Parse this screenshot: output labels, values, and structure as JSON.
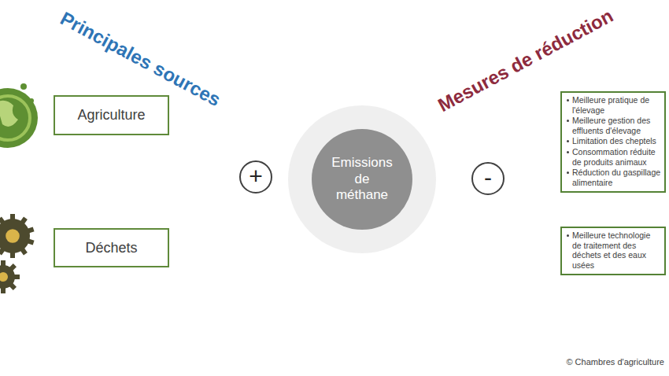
{
  "diagram": {
    "nodes": [
      {
        "text": [
          "Principales sources"
        ]
      },
      {
        "text": [
          "Agriculture"
        ],
        "in": 0
      },
      {
        "text": [
          "Déchets"
        ],
        "in": 0
      },
      {
        "text": [
          "+"
        ],
        "in": 0
      },
      {
        "text": [
          "Emissions de méthane"
        ]
      },
      {
        "text": [
          "Mesures de réduction"
        ]
      },
      {
        "text": [
          "-"
        ],
        "in": 5
      },
      {
        "text": [
          "Meilleure pratique de l'élevage",
          "Meilleure gestion des effluents d'élevage",
          "Limitation des cheptels",
          "Consommation réduite de produits animaux",
          "Réduction du gaspillage alimentaire"
        ],
        "in": 5
      },
      {
        "text": [
          "Meilleure technologie de traitement des déchets et des eaux usées"
        ],
        "in": 5
      }
    ],
    "edges": [
      {
        "from": 1,
        "to": 3,
        "arrow": "none"
      },
      {
        "from": 2,
        "to": 3,
        "arrow": "none"
      },
      {
        "from": 6,
        "to": 7,
        "arrow": "none"
      },
      {
        "from": 6,
        "to": 8,
        "arrow": "none"
      }
    ],
    "labels": [
      "© Chambres d'agriculture"
    ]
  }
}
